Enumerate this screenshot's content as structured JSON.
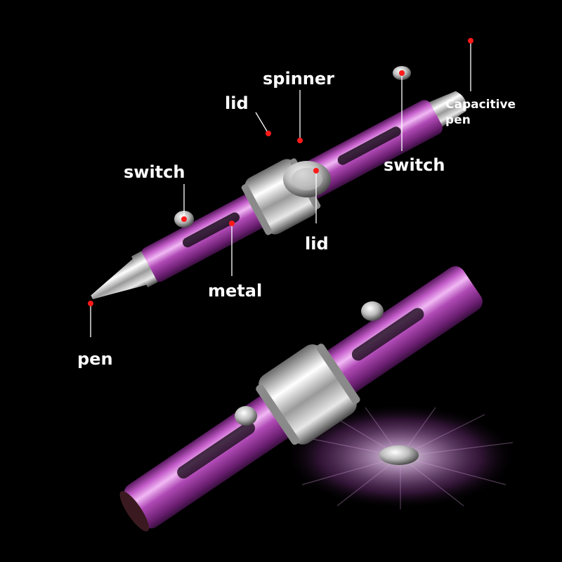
{
  "labels": {
    "spinner": "spinner",
    "lid_top": "lid",
    "lid_bottom": "lid",
    "switch_left": "switch",
    "switch_right": "switch",
    "metal": "metal",
    "pen": "pen",
    "capacitive_line1": "Capacitive",
    "capacitive_line2": "pen"
  },
  "colors": {
    "background": "#000000",
    "pen_body": "#b04ab6",
    "pen_highlight": "#f1b8f4",
    "pen_shadow": "#5a1a60",
    "metal_chrome": "#d8d8d8",
    "marker_dot": "#ff1a1a",
    "leader_line": "#ffffff"
  }
}
